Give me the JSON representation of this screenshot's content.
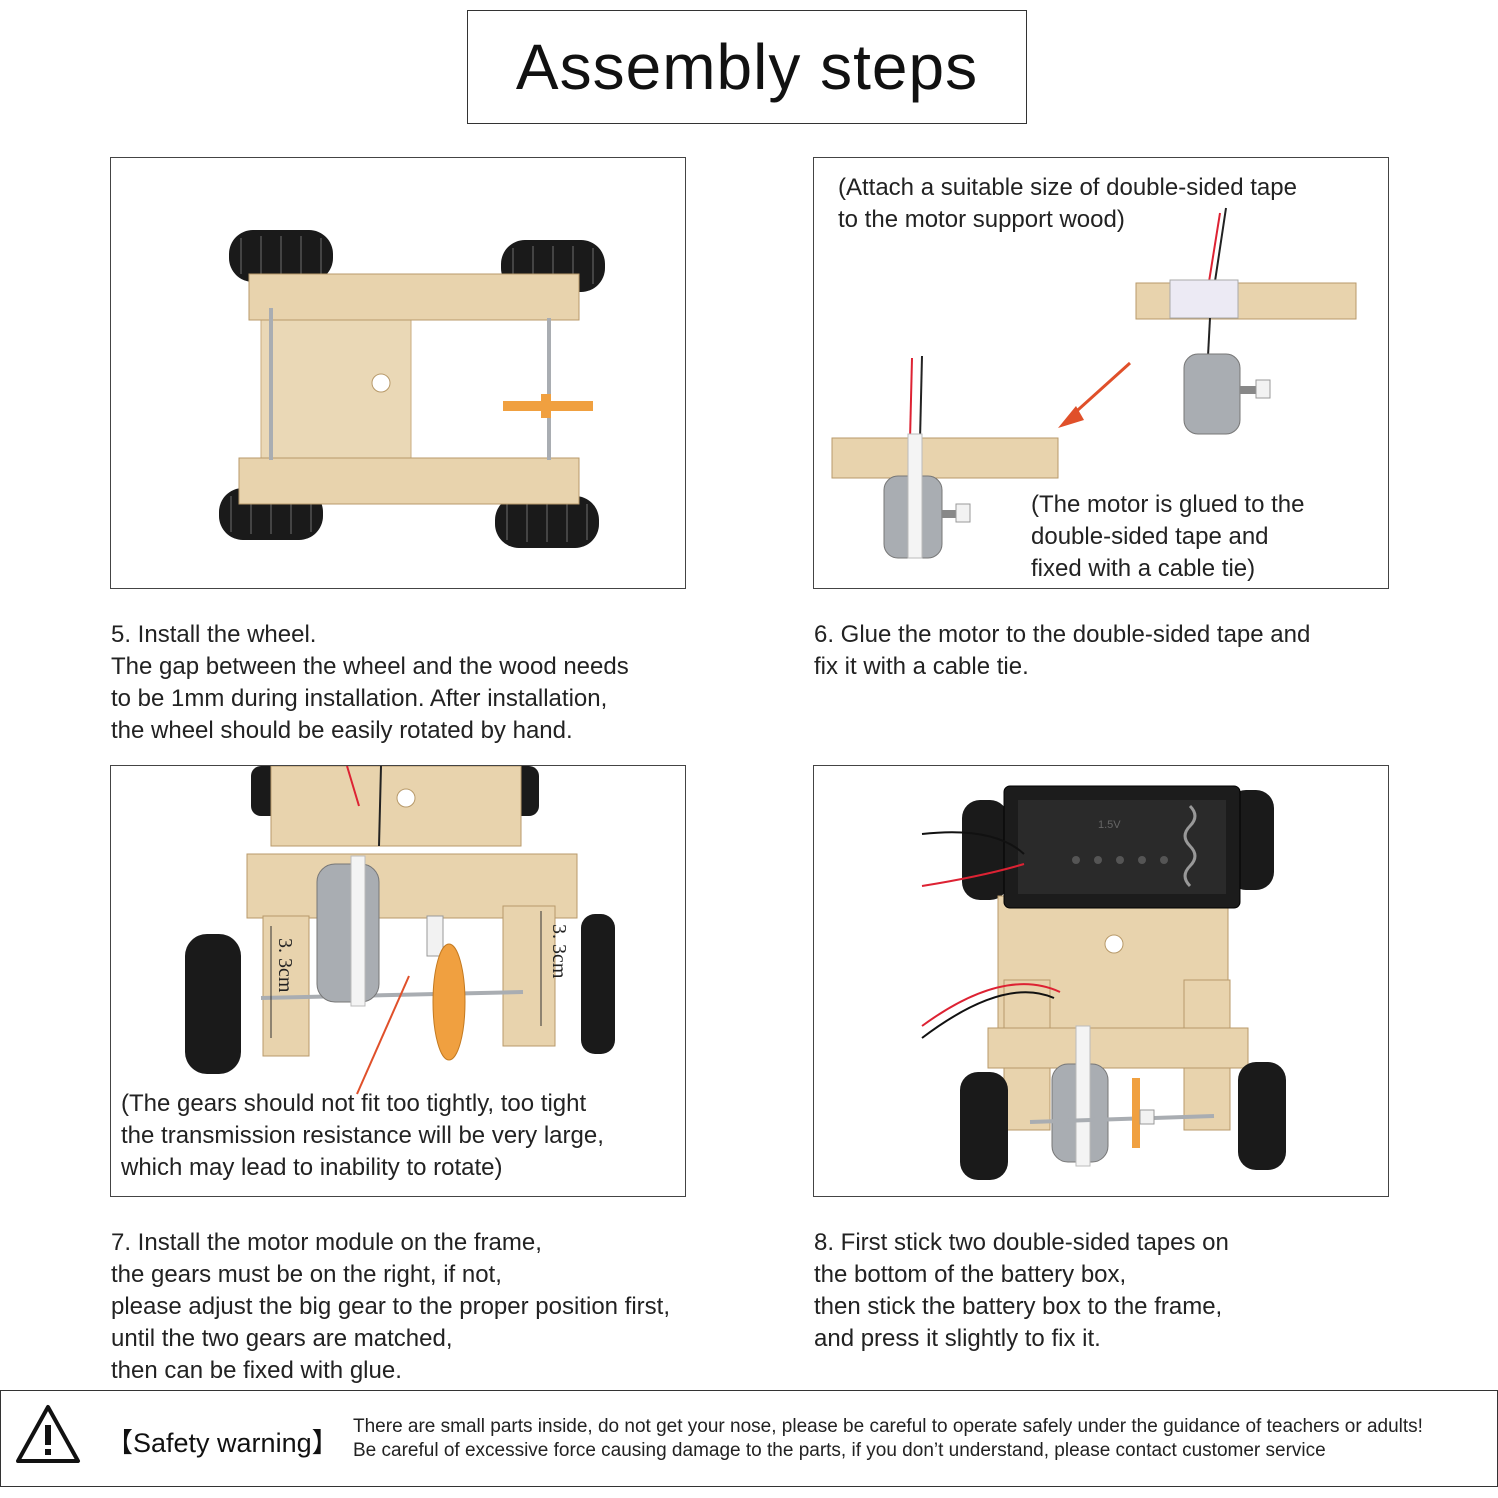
{
  "title": "Assembly steps",
  "panels": {
    "p6": {
      "note_top": "(Attach a suitable size of double-sided tape\nto the motor support wood)",
      "note_bottom": "(The motor is glued to the\ndouble-sided tape and\nfixed with a cable tie)"
    },
    "p7": {
      "measure_left": "3. 3cm",
      "measure_right": "3. 3cm",
      "note": "(The gears should not fit too tightly, too tight\nthe transmission resistance will be very large,\nwhich may lead to inability to rotate)"
    },
    "p8": {
      "battery_label": "1.5V"
    }
  },
  "steps": {
    "s5": "5. Install the wheel.\nThe gap between the wheel and the wood needs\nto be 1mm during installation. After installation,\nthe wheel should be easily rotated by hand.",
    "s6": "6. Glue the motor to the double-sided tape and\nfix it with a cable tie.",
    "s7": "7. Install the motor module on the frame,\nthe gears must be on the right, if not,\nplease adjust the big gear to the proper position first,\nuntil the two gears are matched,\nthen can be fixed with glue.",
    "s8": "8. First stick two double-sided tapes on\nthe bottom of the battery box,\nthen stick the battery box to the frame,\nand press it slightly to fix it."
  },
  "warning": {
    "icon": "warning-triangle-icon",
    "label": "【Safety warning】",
    "line1": "There are small parts inside, do not get your nose, please be careful to operate safely under the guidance of teachers or adults!",
    "line2": "Be careful of excessive force causing damage to the parts, if you don’t understand, please contact customer service"
  },
  "colors": {
    "wood": "#e8d3ad",
    "wood_dark": "#c9ad80",
    "tire": "#1a1a1a",
    "gear": "#f0a040",
    "metal": "#a9adb2",
    "arrow": "#e0502a"
  }
}
